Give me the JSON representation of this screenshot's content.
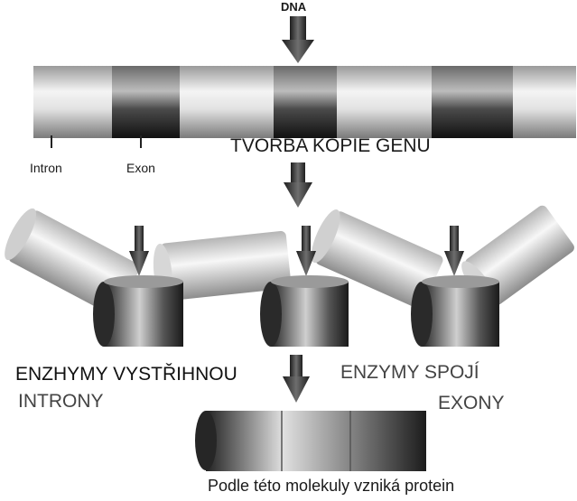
{
  "labels": {
    "dna": "DNA",
    "intron": "Intron",
    "exon": "Exon",
    "step_copy": "TVORBA KOPIE GENU",
    "step_cut_line1": "ENZHYMY VYSTŘIHNOU",
    "step_cut_line2": "INTRONY",
    "step_join_line1": "ENZYMY SPOJÍ",
    "step_join_line2": "EXONY",
    "result": "Podle této molekuly vzniká protein"
  },
  "colors": {
    "intron_light": "#e6e6e6",
    "exon_dark": "#3a3a3a",
    "arrow": "#3c3c3c",
    "text": "#1a1a1a"
  }
}
